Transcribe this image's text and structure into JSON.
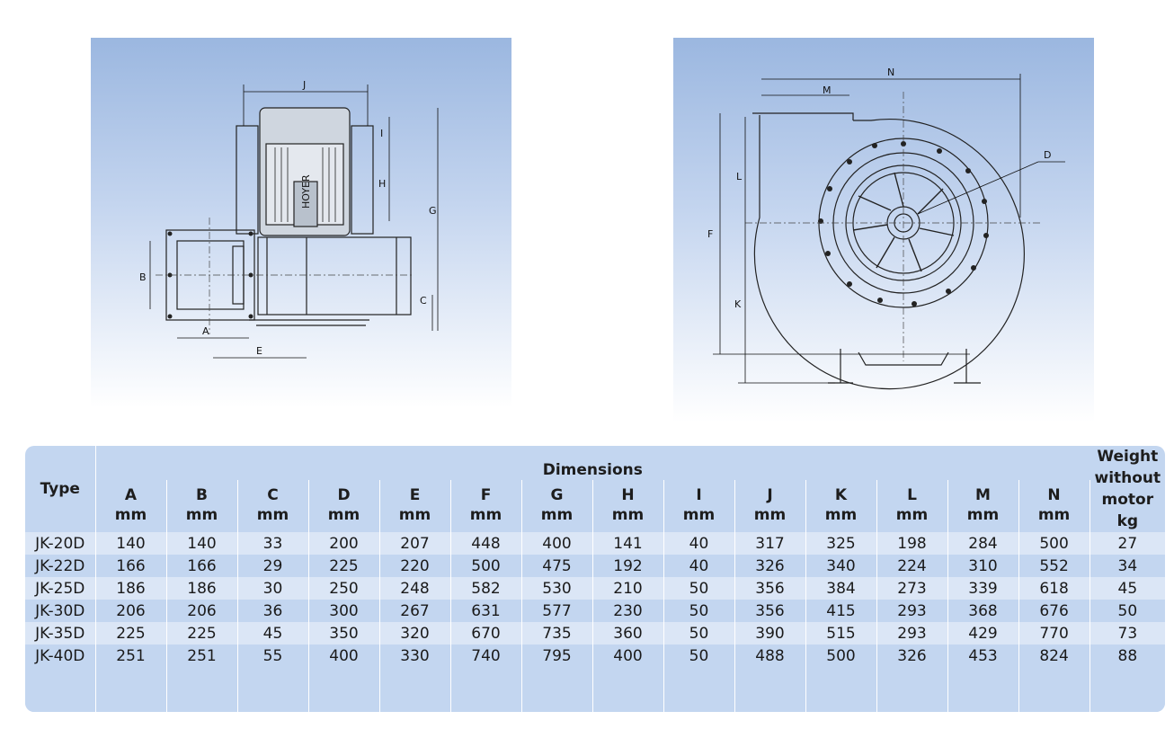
{
  "drawings": {
    "side_view": {
      "dimension_labels": [
        "J",
        "I",
        "H",
        "G",
        "B",
        "C",
        "A",
        "E"
      ],
      "motor_brand": "HOYER"
    },
    "front_view": {
      "dimension_labels": [
        "N",
        "M",
        "D",
        "L",
        "F",
        "K"
      ]
    }
  },
  "table": {
    "type_header": "Type",
    "group_header": "Dimensions",
    "weight_header": [
      "Weight",
      "without",
      "motor",
      "kg"
    ],
    "columns": [
      {
        "letter": "A",
        "unit": "mm"
      },
      {
        "letter": "B",
        "unit": "mm"
      },
      {
        "letter": "C",
        "unit": "mm"
      },
      {
        "letter": "D",
        "unit": "mm"
      },
      {
        "letter": "E",
        "unit": "mm"
      },
      {
        "letter": "F",
        "unit": "mm"
      },
      {
        "letter": "G",
        "unit": "mm"
      },
      {
        "letter": "H",
        "unit": "mm"
      },
      {
        "letter": "I",
        "unit": "mm"
      },
      {
        "letter": "J",
        "unit": "mm"
      },
      {
        "letter": "K",
        "unit": "mm"
      },
      {
        "letter": "L",
        "unit": "mm"
      },
      {
        "letter": "M",
        "unit": "mm"
      },
      {
        "letter": "N",
        "unit": "mm"
      }
    ],
    "rows": [
      [
        "JK-20D",
        "140",
        "140",
        "33",
        "200",
        "207",
        "448",
        "400",
        "141",
        "40",
        "317",
        "325",
        "198",
        "284",
        "500",
        "27"
      ],
      [
        "JK-22D",
        "166",
        "166",
        "29",
        "225",
        "220",
        "500",
        "475",
        "192",
        "40",
        "326",
        "340",
        "224",
        "310",
        "552",
        "34"
      ],
      [
        "JK-25D",
        "186",
        "186",
        "30",
        "250",
        "248",
        "582",
        "530",
        "210",
        "50",
        "356",
        "384",
        "273",
        "339",
        "618",
        "45"
      ],
      [
        "JK-30D",
        "206",
        "206",
        "36",
        "300",
        "267",
        "631",
        "577",
        "230",
        "50",
        "356",
        "415",
        "293",
        "368",
        "676",
        "50"
      ],
      [
        "JK-35D",
        "225",
        "225",
        "45",
        "350",
        "320",
        "670",
        "735",
        "360",
        "50",
        "390",
        "515",
        "293",
        "429",
        "770",
        "73"
      ],
      [
        "JK-40D",
        "251",
        "251",
        "55",
        "400",
        "330",
        "740",
        "795",
        "400",
        "50",
        "488",
        "500",
        "326",
        "453",
        "824",
        "88"
      ]
    ]
  },
  "colors": {
    "table_background": "#c3d6f0",
    "table_row_alt": "#dbe6f6",
    "drawing_gradient_top": "#9bb7e0"
  }
}
